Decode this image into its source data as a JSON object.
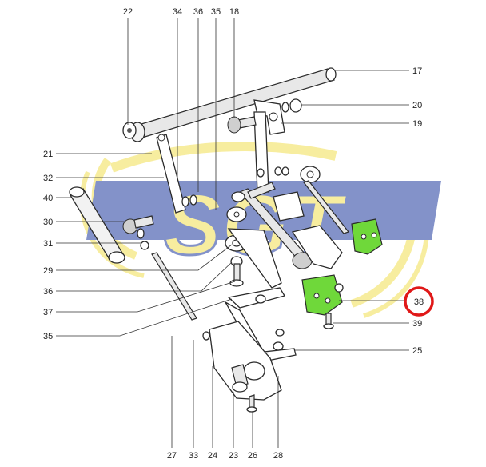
{
  "diagram": {
    "watermark": {
      "brand_text": "SGT",
      "colors": {
        "blue": "#1f3a9e",
        "yellow": "#f2df52"
      }
    },
    "highlight": {
      "part_number": "38",
      "ring_color": "#e01818"
    },
    "accent_color": "#6fd83a",
    "callouts": {
      "top": [
        "22",
        "34",
        "36",
        "35",
        "18"
      ],
      "right": [
        "17",
        "20",
        "19",
        "38",
        "39",
        "25"
      ],
      "left": [
        "21",
        "32",
        "40",
        "30",
        "31",
        "29",
        "36",
        "37",
        "35"
      ],
      "bottom": [
        "27",
        "33",
        "24",
        "23",
        "26",
        "28"
      ]
    }
  }
}
